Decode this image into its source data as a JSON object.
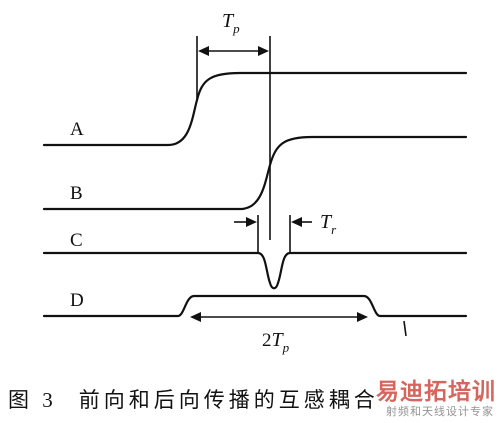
{
  "diagram": {
    "trace_labels": [
      "A",
      "B",
      "C",
      "D"
    ],
    "tp_symbol": "T",
    "tp_subscript": "p",
    "tr_symbol": "T",
    "tr_subscript": "r",
    "two_tp_prefix": "2",
    "two_tp_symbol": "T",
    "two_tp_subscript": "p"
  },
  "caption": {
    "figure_number": "图 3",
    "text": "前向和后向传播的互感耦合"
  },
  "watermark": {
    "brand": "易迪拓培训",
    "tagline": "射频和天线设计专家"
  }
}
